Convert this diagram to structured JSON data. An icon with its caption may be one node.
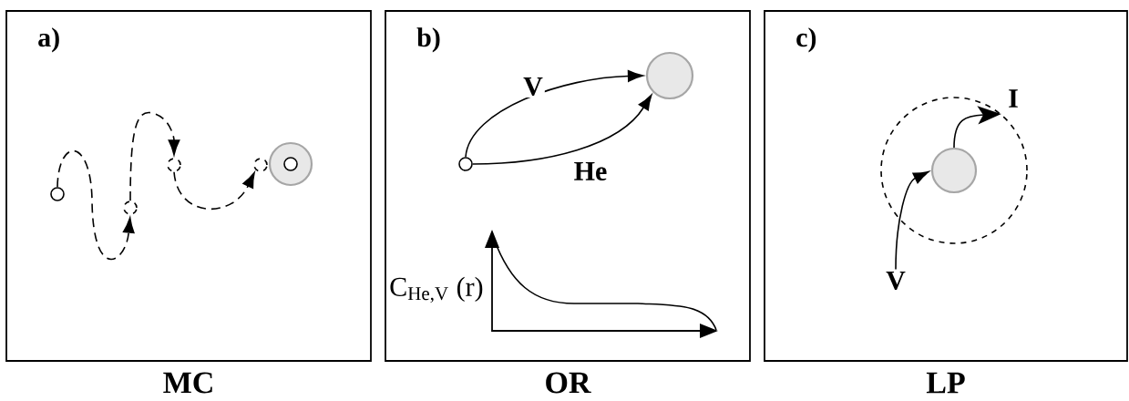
{
  "diagram": {
    "nodes": [
      {
        "text": [
          "a)"
        ],
        "beside": [
          "MC"
        ]
      },
      {
        "text": [],
        "shape": "circle",
        "in": 0
      },
      {
        "text": [],
        "shape": "circle",
        "in": 0
      },
      {
        "text": [],
        "shape": "circle",
        "in": 0
      },
      {
        "text": [],
        "shape": "circle",
        "in": 0
      },
      {
        "text": [],
        "shape": "circle",
        "in": 0
      },
      {
        "text": [],
        "shape": "circle",
        "in": 5
      },
      {
        "text": [
          "b)"
        ],
        "beside": [
          "OR"
        ]
      },
      {
        "text": [],
        "shape": "circle",
        "in": 7
      },
      {
        "text": [],
        "shape": "circle",
        "in": 7
      },
      {
        "text": [
          "c)"
        ],
        "beside": [
          "LP"
        ]
      },
      {
        "text": [],
        "shape": "circle",
        "in": 10
      },
      {
        "text": [],
        "shape": "circle",
        "in": 11
      },
      {
        "text": [
          "V"
        ],
        "in": 10
      }
    ],
    "edges": [
      {
        "from": 1,
        "to": 2,
        "arrow": "to",
        "style": "dashed"
      },
      {
        "from": 2,
        "to": 3,
        "arrow": "to",
        "style": "dashed"
      },
      {
        "from": 3,
        "to": 4,
        "arrow": "to",
        "style": "dashed"
      },
      {
        "from": 8,
        "to": 9,
        "arrow": "to",
        "label": "V"
      },
      {
        "from": 8,
        "to": 9,
        "arrow": "to",
        "label": "He"
      },
      {
        "from": 13,
        "to": 12,
        "arrow": "to"
      },
      {
        "from": 12,
        "to": 11,
        "arrow": "to",
        "label": "I"
      }
    ],
    "labels": [
      "C$_{He,V}$ (r)"
    ]
  }
}
